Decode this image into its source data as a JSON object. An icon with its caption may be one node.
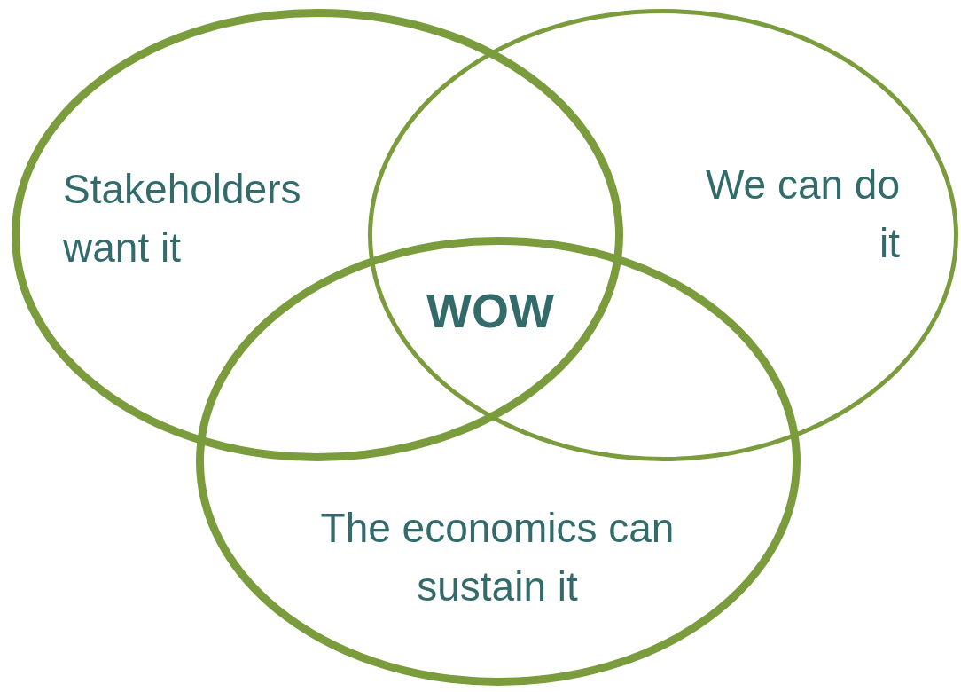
{
  "diagram": {
    "nodes": [
      {
        "text": [
          "Stakeholders want it"
        ]
      },
      {
        "text": [
          "We can do it"
        ]
      },
      {
        "text": [
          "The economics can sustain it"
        ]
      }
    ],
    "labels": [
      "WOW"
    ]
  }
}
